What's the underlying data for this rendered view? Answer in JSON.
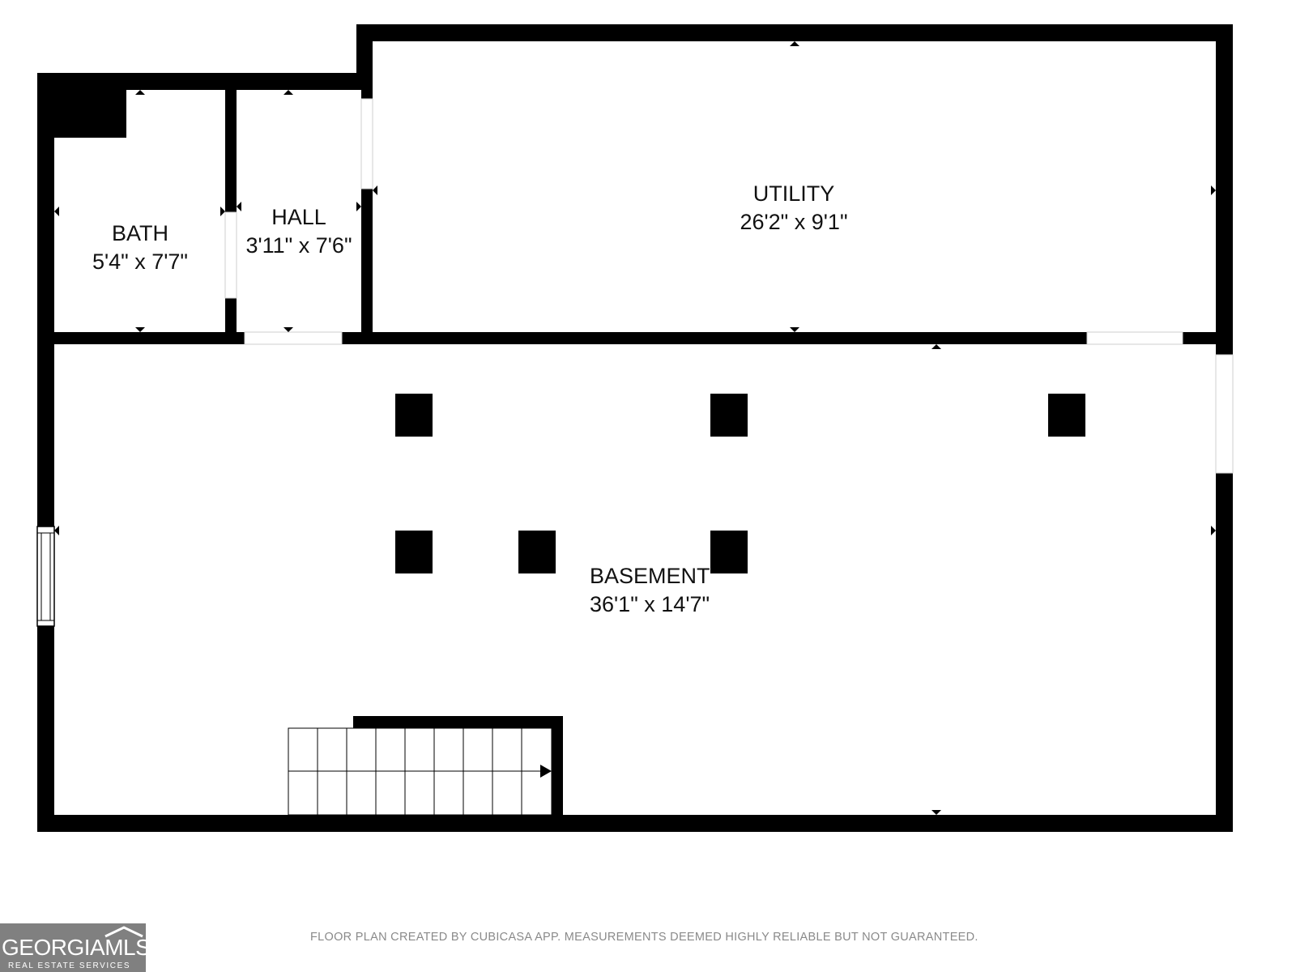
{
  "floor_plan": {
    "rooms": [
      {
        "id": "bath",
        "name": "BATH",
        "dimensions": "5'4\" x 7'7\""
      },
      {
        "id": "hall",
        "name": "HALL",
        "dimensions": "3'11\" x 7'6\""
      },
      {
        "id": "utility",
        "name": "UTILITY",
        "dimensions": "26'2\" x 9'1\""
      },
      {
        "id": "basement",
        "name": "BASEMENT",
        "dimensions": "36'1\" x 14'7\""
      }
    ],
    "colors": {
      "wall": "#000000",
      "background": "#ffffff",
      "footer_text": "#8a8a8a",
      "logo_bg": "#808080"
    }
  },
  "footer": {
    "disclaimer": "FLOOR PLAN CREATED BY CUBICASA APP. MEASUREMENTS DEEMED HIGHLY RELIABLE BUT NOT GUARANTEED."
  },
  "logo": {
    "main_text": "GEORGIAMLS",
    "sub_text": "REAL ESTATE SERVICES"
  }
}
